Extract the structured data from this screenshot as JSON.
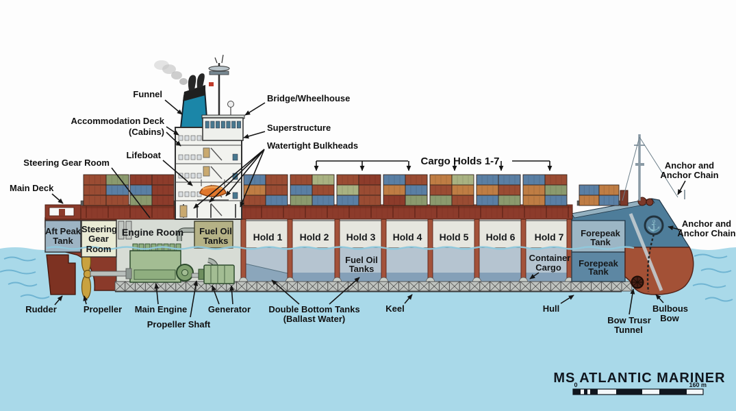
{
  "title": "MS ATLANTIC MARINER",
  "scale_bar": {
    "start_label": "0",
    "end_label": "160 m"
  },
  "callouts": {
    "funnel": "Funnel",
    "accommodation_line1": "Accommodation Deck",
    "accommodation_line2": "(Cabins)",
    "lifeboat": "Lifeboat",
    "steering_gear_room": "Steering Gear Room",
    "main_deck": "Main Deck",
    "bridge_wheelhouse": "Bridge/Wheelhouse",
    "superstructure": "Superstructure",
    "watertight_bulkheads": "Watertight Bulkheads",
    "cargo_holds": "Cargo Holds 1-7",
    "anchor_top_line1": "Anchor and",
    "anchor_top_line2": "Anchor Chain",
    "anchor_side_line1": "Anchor and",
    "anchor_side_line2": "Anchor Chain",
    "rudder": "Rudder",
    "propeller": "Propeller",
    "main_engine": "Main Engine",
    "propeller_shaft": "Propeller Shaft",
    "generator": "Generator",
    "double_bottom_line1": "Double Bottom Tanks",
    "double_bottom_line2": "(Ballast Water)",
    "keel": "Keel",
    "hull": "Hull",
    "bow_thruster_line1": "Bow Trusr",
    "bow_thruster_line2": "Tunnel",
    "bulbous_line1": "Bulbous",
    "bulbous_line2": "Bow"
  },
  "compartments": {
    "aft_peak_line1": "Aft Peak",
    "aft_peak_line2": "Tank",
    "steering_line1": "Steering",
    "steering_line2": "Gear",
    "steering_line3": "Room",
    "engine_room": "Engine Room",
    "fuel_oil_upper_line1": "Fuel Oil",
    "fuel_oil_upper_line2": "Tanks",
    "holds": [
      "Hold 1",
      "Hold 2",
      "Hold 3",
      "Hold 4",
      "Hold 5",
      "Hold 6",
      "Hold 7"
    ],
    "fuel_oil_lower_line1": "Fuel Oil",
    "fuel_oil_lower_line2": "Tanks",
    "container_cargo_line1": "Container",
    "container_cargo_line2": "Cargo",
    "forepeak_upper_line1": "Forepeak",
    "forepeak_upper_line2": "Tank",
    "forepeak_lower_line1": "Forepeak",
    "forepeak_lower_line2": "Tank"
  },
  "colors": {
    "sky": "#fdfdfd",
    "water": "#a9d9e9",
    "wave": "#6fb4d2",
    "deck_red": "#8c3b2b",
    "deck_red_dark": "#5f2419",
    "hull_red": "#8a3a2a",
    "underwater_red": "#a35136",
    "rudder_red": "#7d3222",
    "bow_blue": "#4e7d9a",
    "bulwark_blue": "#93b0c0",
    "aft_peak_fill": "#9db4c4",
    "steering_fill": "#e9ead4",
    "engine_fill": "#d7dcd5",
    "fuel_fill": "#b5b286",
    "hold_upper": "#e6e6df",
    "hold_lower": "#b5c4d0",
    "double_bottom": "#84a0b8",
    "xstrip_fill": "#bfc3bf",
    "bulkhead": "#a3523a",
    "forepeak_upper": "#9cb6c5",
    "forepeak_lower": "#5d87a3",
    "funnel_teal": "#1b86a8",
    "lifeboat_orange": "#e0772c",
    "engine_green": "#a3bd93",
    "propeller_gold": "#c9a23f",
    "label_text": "#101010",
    "container_palette": {
      "br": "#9a4c33",
      "rd": "#8d3c2b",
      "bl": "#5a7fa4",
      "gr": "#8b9a6e",
      "or": "#bf7d44",
      "sg": "#a9b282",
      "tn": "#4f7a8c"
    }
  }
}
